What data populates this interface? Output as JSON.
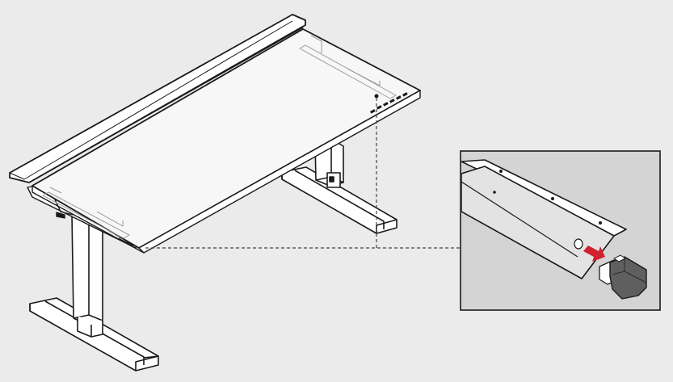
{
  "figure": {
    "kind": "assembly-instruction-illustration",
    "background_color": "#ebebeb",
    "line_color": "#1a1a1a",
    "desk_top_color": "#f7f7f7",
    "frame_color": "#ffffff",
    "inset_background_color": "#d4d4d4",
    "arrow_color": "#d1202e",
    "end_cap_color": "#5f5f5f",
    "leader_line_style": "dashed"
  },
  "callout": {
    "icon": "cable-tray-end-cap-detail",
    "arrow_icon": "insert-arrow-icon"
  }
}
